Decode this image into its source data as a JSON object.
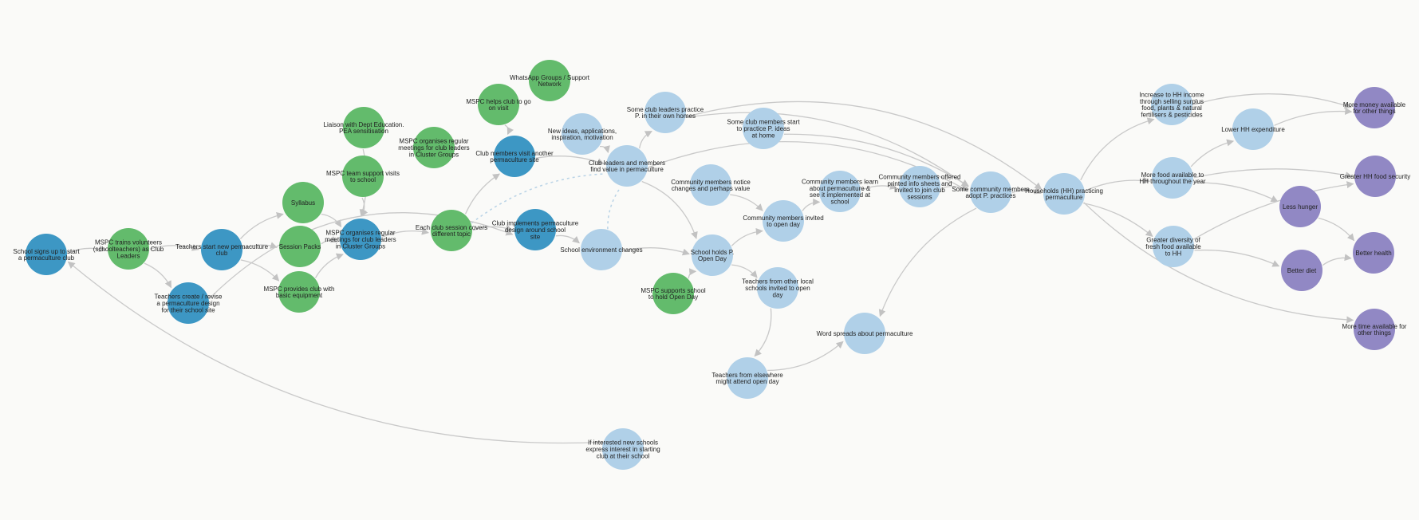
{
  "colors": {
    "dark_blue": "#3d97c4",
    "green": "#63bb6c",
    "light_blue": "#b0d0e8",
    "purple": "#9188c4",
    "edge": "#c9c9c9"
  },
  "nodes": [
    {
      "id": "school-signs-up",
      "color": "dark_blue",
      "lines": [
        "School signs up to start",
        "a permaculture club"
      ]
    },
    {
      "id": "mspc-trains-volunteers",
      "color": "green",
      "lines": [
        "MSPC trains volunteers",
        "(schoolteachers) as Club",
        "Leaders"
      ]
    },
    {
      "id": "teachers-start-club",
      "color": "dark_blue",
      "lines": [
        "Teachers start new permaculture",
        "club"
      ]
    },
    {
      "id": "teachers-create-design",
      "color": "dark_blue",
      "lines": [
        "Teachers create / revise",
        "a permaculture design",
        "for their school site"
      ]
    },
    {
      "id": "syllabus",
      "color": "green",
      "lines": [
        "Syllabus"
      ]
    },
    {
      "id": "session-packs",
      "color": "green",
      "lines": [
        "Session Packs"
      ]
    },
    {
      "id": "mspc-basic-equipment",
      "color": "green",
      "lines": [
        "MSPC provides club with",
        "basic equipment"
      ]
    },
    {
      "id": "liaison-dept-education",
      "color": "green",
      "lines": [
        "Liaison with Dept Education.",
        "PEA sensitisation"
      ]
    },
    {
      "id": "mspc-team-support-visits",
      "color": "green",
      "lines": [
        "MSPC team support visits",
        "to school"
      ]
    },
    {
      "id": "mspc-meetings-top",
      "color": "green",
      "lines": [
        "MSPC organises regular",
        "meetings for club leaders",
        "in Cluster Groups"
      ]
    },
    {
      "id": "mspc-meetings-mid",
      "color": "dark_blue",
      "lines": [
        "MSPC organises regular",
        "meetings for club leaders",
        "in Cluster Groups"
      ]
    },
    {
      "id": "each-club-session",
      "color": "green",
      "lines": [
        "Each club session covers",
        "different topic"
      ]
    },
    {
      "id": "mspc-helps-visit",
      "color": "green",
      "lines": [
        "MSPC helps club to go",
        "on visit"
      ]
    },
    {
      "id": "whatsapp-groups",
      "color": "green",
      "lines": [
        "WhatsApp Groups / Support",
        "Network"
      ]
    },
    {
      "id": "club-members-visit",
      "color": "dark_blue",
      "lines": [
        "Club members visit another",
        "permaculture site"
      ]
    },
    {
      "id": "club-implements-design",
      "color": "dark_blue",
      "lines": [
        "Club implements permaculture",
        "design around school",
        "site"
      ]
    },
    {
      "id": "new-ideas",
      "color": "light_blue",
      "lines": [
        "New ideas, applications,",
        "inspiration, motivation"
      ]
    },
    {
      "id": "club-leaders-find-value",
      "color": "light_blue",
      "lines": [
        "Club leaders and members",
        "find value in permaculture"
      ]
    },
    {
      "id": "school-env-changes",
      "color": "light_blue",
      "lines": [
        "School environment changes"
      ]
    },
    {
      "id": "leaders-practice-home",
      "color": "light_blue",
      "lines": [
        "Some club leaders practice",
        "P. in their own homes"
      ]
    },
    {
      "id": "members-practice-home",
      "color": "light_blue",
      "lines": [
        "Some club members start",
        "to practice P. ideas",
        "at home"
      ]
    },
    {
      "id": "community-notice",
      "color": "light_blue",
      "lines": [
        "Community members notice",
        "changes and perhaps value"
      ]
    },
    {
      "id": "mspc-supports-open-day",
      "color": "green",
      "lines": [
        "MSPC supports school",
        "to hold Open Day"
      ]
    },
    {
      "id": "school-holds-open-day",
      "color": "light_blue",
      "lines": [
        "School holds P.",
        "Open Day"
      ]
    },
    {
      "id": "community-invited",
      "color": "light_blue",
      "lines": [
        "Community members invited",
        "to open day"
      ]
    },
    {
      "id": "other-schools-invited",
      "color": "light_blue",
      "lines": [
        "Teachers from other local",
        "schools invited to open",
        "day"
      ]
    },
    {
      "id": "teachers-elsewhere-attend",
      "color": "light_blue",
      "lines": [
        "Teachers from elsewhere",
        "might attend open day"
      ]
    },
    {
      "id": "new-schools-interest",
      "color": "light_blue",
      "lines": [
        "If interested new schools",
        "express interest in starting",
        "club at their school"
      ]
    },
    {
      "id": "community-learn",
      "color": "light_blue",
      "lines": [
        "Community members learn",
        "about permaculture &",
        "see it implemented at",
        "school"
      ]
    },
    {
      "id": "community-info-sheets",
      "color": "light_blue",
      "lines": [
        "Community members offered",
        "printed info sheets and",
        "invited to join club",
        "sessions"
      ]
    },
    {
      "id": "word-spreads",
      "color": "light_blue",
      "lines": [
        "Word spreads about permaculture"
      ]
    },
    {
      "id": "community-adopt",
      "color": "light_blue",
      "lines": [
        "Some community members",
        "adopt P. practices"
      ]
    },
    {
      "id": "households-practicing",
      "color": "light_blue",
      "lines": [
        "Households (HH) practicing",
        "permaculture"
      ]
    },
    {
      "id": "increase-hh-income",
      "color": "light_blue",
      "lines": [
        "Increase to HH income",
        "through selling surplus",
        "food, plants & natural",
        "fertilisers & pesticides"
      ]
    },
    {
      "id": "lower-hh-expenditure",
      "color": "light_blue",
      "lines": [
        "Lower HH expenditure"
      ]
    },
    {
      "id": "more-food-available",
      "color": "light_blue",
      "lines": [
        "More food available to",
        "HH throughout the year"
      ]
    },
    {
      "id": "greater-diversity",
      "color": "light_blue",
      "lines": [
        "Greater diversity of",
        "fresh food available",
        "to HH"
      ]
    },
    {
      "id": "more-money",
      "color": "purple",
      "lines": [
        "More money available",
        "for other things"
      ]
    },
    {
      "id": "greater-food-security",
      "color": "purple",
      "lines": [
        "Greater HH food security"
      ]
    },
    {
      "id": "less-hunger",
      "color": "purple",
      "lines": [
        "Less hunger"
      ]
    },
    {
      "id": "better-diet",
      "color": "purple",
      "lines": [
        "Better diet"
      ]
    },
    {
      "id": "better-health",
      "color": "purple",
      "lines": [
        "Better health"
      ]
    },
    {
      "id": "more-time",
      "color": "purple",
      "lines": [
        "More time available for",
        "other things"
      ]
    }
  ],
  "edges": [
    {
      "from": "school-signs-up",
      "to": "mspc-trains-volunteers"
    },
    {
      "from": "mspc-trains-volunteers",
      "to": "teachers-start-club"
    },
    {
      "from": "mspc-trains-volunteers",
      "to": "teachers-create-design"
    },
    {
      "from": "teachers-start-club",
      "to": "syllabus"
    },
    {
      "from": "teachers-start-club",
      "to": "session-packs"
    },
    {
      "from": "teachers-start-club",
      "to": "mspc-basic-equipment"
    },
    {
      "from": "syllabus",
      "to": "mspc-meetings-mid"
    },
    {
      "from": "session-packs",
      "to": "mspc-meetings-mid"
    },
    {
      "from": "mspc-basic-equipment",
      "to": "mspc-meetings-mid"
    },
    {
      "from": "liaison-dept-education",
      "to": "mspc-meetings-mid"
    },
    {
      "from": "mspc-team-support-visits",
      "to": "mspc-meetings-mid"
    },
    {
      "from": "mspc-meetings-mid",
      "to": "each-club-session"
    },
    {
      "from": "each-club-session",
      "to": "club-members-visit"
    },
    {
      "from": "each-club-session",
      "to": "club-implements-design"
    },
    {
      "from": "each-club-session",
      "to": "club-leaders-find-value",
      "style": "dotted"
    },
    {
      "from": "mspc-helps-visit",
      "to": "club-members-visit"
    },
    {
      "from": "club-members-visit",
      "to": "club-leaders-find-value"
    },
    {
      "from": "new-ideas",
      "to": "club-leaders-find-value"
    },
    {
      "from": "teachers-create-design",
      "to": "club-implements-design"
    },
    {
      "from": "club-implements-design",
      "to": "school-env-changes"
    },
    {
      "from": "school-env-changes",
      "to": "club-leaders-find-value",
      "style": "dotted"
    },
    {
      "from": "school-env-changes",
      "to": "school-holds-open-day"
    },
    {
      "from": "club-leaders-find-value",
      "to": "leaders-practice-home"
    },
    {
      "from": "club-leaders-find-value",
      "to": "school-holds-open-day"
    },
    {
      "from": "club-leaders-find-value",
      "to": "community-adopt"
    },
    {
      "from": "leaders-practice-home",
      "to": "community-adopt"
    },
    {
      "from": "leaders-practice-home",
      "to": "households-practicing"
    },
    {
      "from": "members-practice-home",
      "to": "community-adopt"
    },
    {
      "from": "community-notice",
      "to": "community-invited"
    },
    {
      "from": "mspc-supports-open-day",
      "to": "school-holds-open-day"
    },
    {
      "from": "school-holds-open-day",
      "to": "community-invited"
    },
    {
      "from": "school-holds-open-day",
      "to": "other-schools-invited"
    },
    {
      "from": "community-invited",
      "to": "community-learn"
    },
    {
      "from": "other-schools-invited",
      "to": "teachers-elsewhere-attend"
    },
    {
      "from": "teachers-elsewhere-attend",
      "to": "word-spreads"
    },
    {
      "from": "community-learn",
      "to": "community-info-sheets"
    },
    {
      "from": "community-info-sheets",
      "to": "community-adopt"
    },
    {
      "from": "community-adopt",
      "to": "households-practicing"
    },
    {
      "from": "community-adopt",
      "to": "word-spreads"
    },
    {
      "from": "households-practicing",
      "to": "increase-hh-income"
    },
    {
      "from": "households-practicing",
      "to": "more-food-available"
    },
    {
      "from": "households-practicing",
      "to": "greater-diversity"
    },
    {
      "from": "households-practicing",
      "to": "more-time"
    },
    {
      "from": "increase-hh-income",
      "to": "more-money"
    },
    {
      "from": "lower-hh-expenditure",
      "to": "more-money"
    },
    {
      "from": "more-food-available",
      "to": "lower-hh-expenditure"
    },
    {
      "from": "more-food-available",
      "to": "greater-food-security"
    },
    {
      "from": "more-food-available",
      "to": "less-hunger"
    },
    {
      "from": "greater-diversity",
      "to": "greater-food-security"
    },
    {
      "from": "greater-diversity",
      "to": "better-diet"
    },
    {
      "from": "less-hunger",
      "to": "better-health"
    },
    {
      "from": "better-diet",
      "to": "better-health"
    },
    {
      "from": "new-schools-interest",
      "to": "school-signs-up"
    }
  ]
}
